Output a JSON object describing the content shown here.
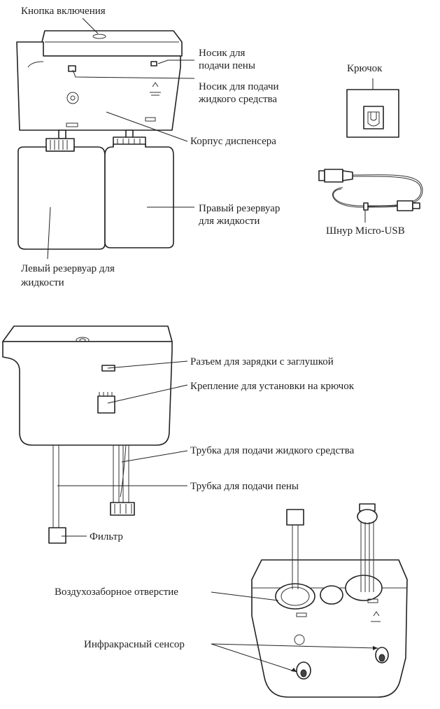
{
  "labels": {
    "power_button": "Кнопка включения",
    "foam_nozzle_1": "Носик для",
    "foam_nozzle_2": "подачи пены",
    "liquid_nozzle_1": "Носик для подачи",
    "liquid_nozzle_2": "жидкого средства",
    "hook": "Крючок",
    "dispenser_body": "Корпус диспенсера",
    "right_tank_1": "Правый резервуар",
    "right_tank_2": "для жидкости",
    "usb_cable": "Шнур Micro-USB",
    "left_tank_1": "Левый резервуар для",
    "left_tank_2": "жидкости",
    "charging_port": "Разъем для зарядки с заглушкой",
    "hook_mount": "Крепление для установки на крючок",
    "liquid_tube": "Трубка для подачи жидкого средства",
    "foam_tube": "Трубка для подачи пены",
    "filter": "Фильтр",
    "air_intake": "Воздухозаборное отверстие",
    "ir_sensor": "Инфракрасный сенсор"
  }
}
